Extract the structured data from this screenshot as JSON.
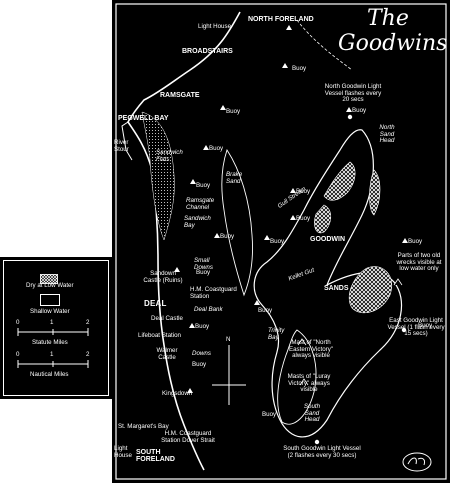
{
  "title_line1": "The",
  "title_line2": "Goodwins",
  "legend": {
    "dry": "Dry at Low Water",
    "shallow": "Shallow Water",
    "statute": "Statute Miles",
    "statute_ticks": [
      "0",
      "1",
      "2"
    ],
    "nautical": "Nautical Miles",
    "nautical_ticks": [
      "0",
      "1",
      "2"
    ]
  },
  "labels": {
    "lighthouse_north": "Light House",
    "north_foreland": "NORTH FORELAND",
    "broadstairs": "BROADSTAIRS",
    "ramsgate": "RAMSGATE",
    "pegwell_bay": "PEGWELL BAY",
    "river_stour": "River Stour",
    "sandwich_flats": "Sandwich Flats",
    "brake_sand": "Brake Sand",
    "ramsgate_channel": "Ramsgate Channel",
    "sandwich_bay": "Sandwich Bay",
    "small_downs": "Small Downs",
    "sandown_castle": "Sandown Castle (Ruins)",
    "deal": "DEAL",
    "hm_coastguard": "H.M. Coastguard Station",
    "deal_bank": "Deal Bank",
    "deal_castle": "Deal Castle",
    "lifeboat": "Lifeboat Station",
    "walmer_castle": "Walmer Castle",
    "downs": "Downs",
    "kingsdown": "Kingsdown",
    "st_margarets": "St. Margaret's Bay",
    "hm_coastguard_dover": "H.M. Coastguard Station Dover Strait",
    "lighthouse_south": "Light House",
    "south_foreland": "SOUTH FORELAND",
    "north_goodwin_lv": "North Goodwin Light Vessel flashes every 20 secs",
    "north_sand_head": "North Sand Head",
    "gull_stream": "Gull Stream",
    "goodwin": "GOODWIN",
    "sands": "SANDS",
    "kellet_gut": "Kellet Gut",
    "parts_wrecks": "Parts of two old wrecks visible at low water only",
    "east_goodwin_lv": "East Goodwin Light Vessel (1 flash every 15 secs)",
    "trinity_bay": "Trinity Bay",
    "masts_north_eastern": "Mast of \"North Eastern Victory\" always visible",
    "masts_luray": "Masts of \"Luray Victory\" always visible",
    "south_sand_head": "South Sand Head",
    "south_goodwin_lv": "South Goodwin Light Vessel (2 flashes every 30 secs)",
    "buoy": "Buoy",
    "north_arrow": "N"
  }
}
